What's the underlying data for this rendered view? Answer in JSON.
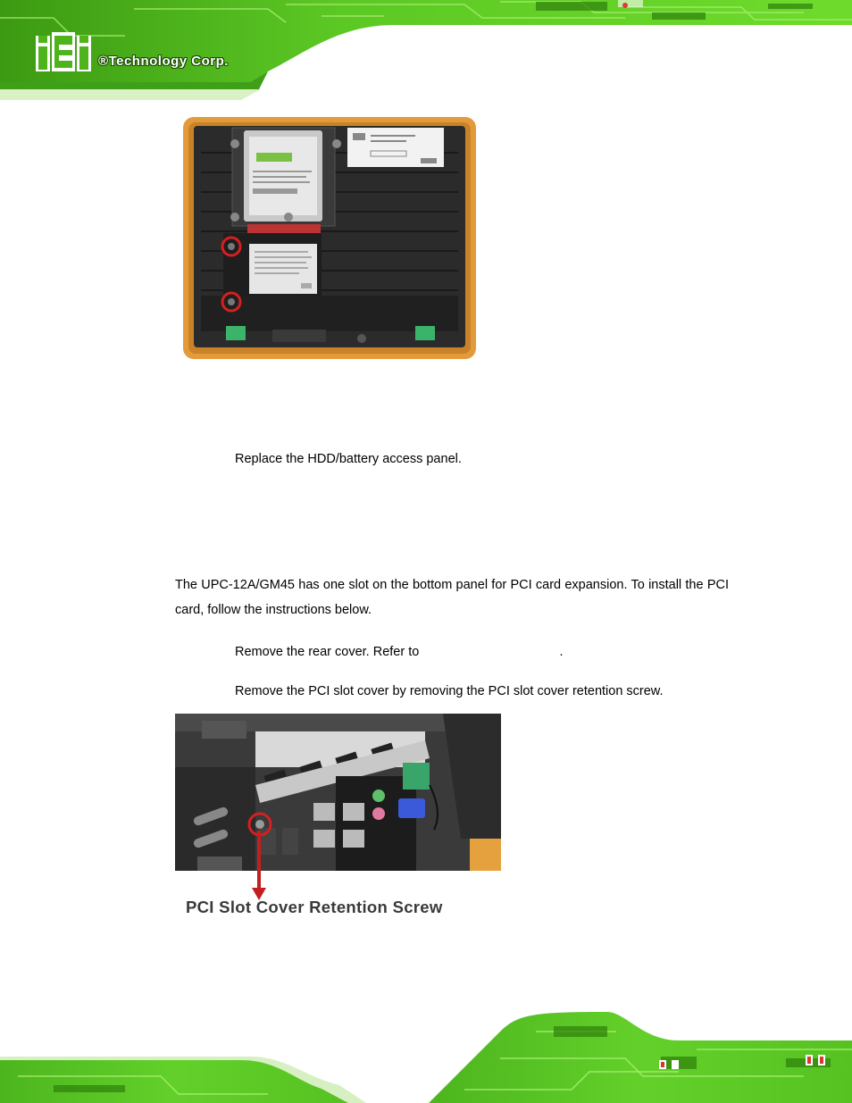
{
  "header": {
    "brand_logo": "iEi",
    "brand_text": "®Technology Corp."
  },
  "colors": {
    "pcb_green": "#66d42a",
    "pcb_dark": "#2b7a0b",
    "enclosure_orange": "#e39a3b",
    "highlight_red": "#d42020"
  },
  "content": {
    "step_replace_panel": "Replace the HDD/battery access panel.",
    "paragraph": "The UPC-12A/GM45 has one slot on the bottom panel for PCI card expansion. To install the PCI card, follow the instructions below.",
    "step_remove_cover_prefix": "Remove the rear cover. Refer to",
    "step_remove_cover_suffix": ".",
    "step_remove_slot_cover": "Remove the PCI slot cover by removing the PCI slot cover retention screw.",
    "figure_callout": "PCI Slot Cover Retention Screw"
  }
}
